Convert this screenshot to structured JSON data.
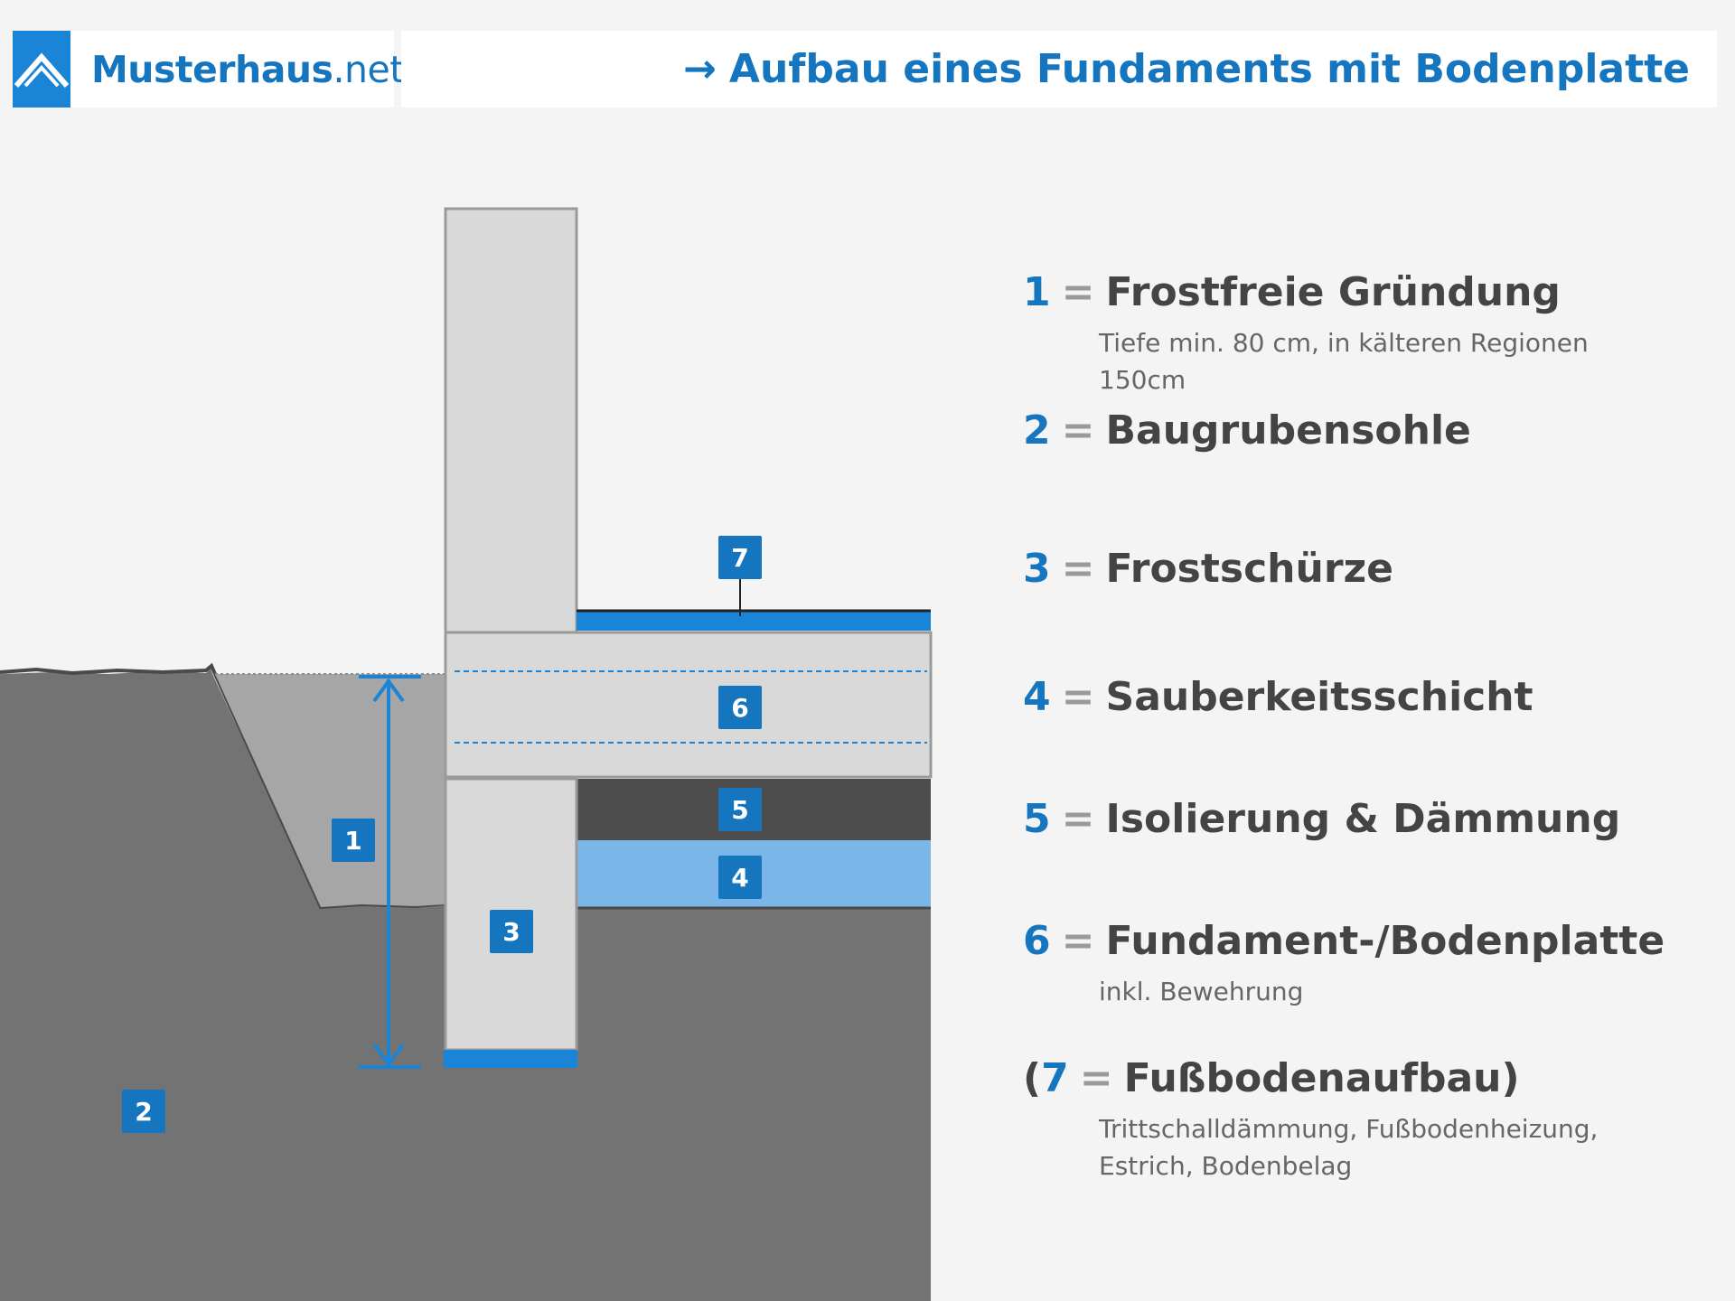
{
  "header": {
    "logo_name_bold": "Musterhaus",
    "logo_name_suffix": ".net",
    "title_arrow": "→",
    "title": "Aufbau eines Fundaments mit Bodenplatte"
  },
  "diagram": {
    "badges": {
      "b1": "1",
      "b2": "2",
      "b3": "3",
      "b4": "4",
      "b5": "5",
      "b6": "6",
      "b7": "7"
    }
  },
  "legend": {
    "items": [
      {
        "num": "1",
        "eq": "=",
        "label": "Frostfreie Gründung",
        "sub": "Tiefe min. 80 cm, in kälteren Regionen 150cm"
      },
      {
        "num": "2",
        "eq": "=",
        "label": "Baugrubensohle",
        "sub": ""
      },
      {
        "num": "3",
        "eq": "=",
        "label": "Frostschürze",
        "sub": ""
      },
      {
        "num": "4",
        "eq": "=",
        "label": "Sauberkeitsschicht",
        "sub": ""
      },
      {
        "num": "5",
        "eq": "=",
        "label": "Isolierung & Dämmung",
        "sub": ""
      },
      {
        "num": "6",
        "eq": "=",
        "label": "Fundament-/Bodenplatte",
        "sub": "inkl. Bewehrung"
      },
      {
        "num": "7",
        "eq": "=",
        "label": "Fußbodenaufbau",
        "open": "(",
        "close": ")",
        "sub": "Trittschalldämmung, Fußbodenheizung, Estrich, Bodenbelag"
      }
    ]
  },
  "colors": {
    "accent": "#1576bf",
    "soil": "#737373",
    "backfill": "#a6a6a6",
    "concrete": "#d9d9d9",
    "insulation": "#4d4d4d",
    "blinding": "#7bb6e8"
  }
}
